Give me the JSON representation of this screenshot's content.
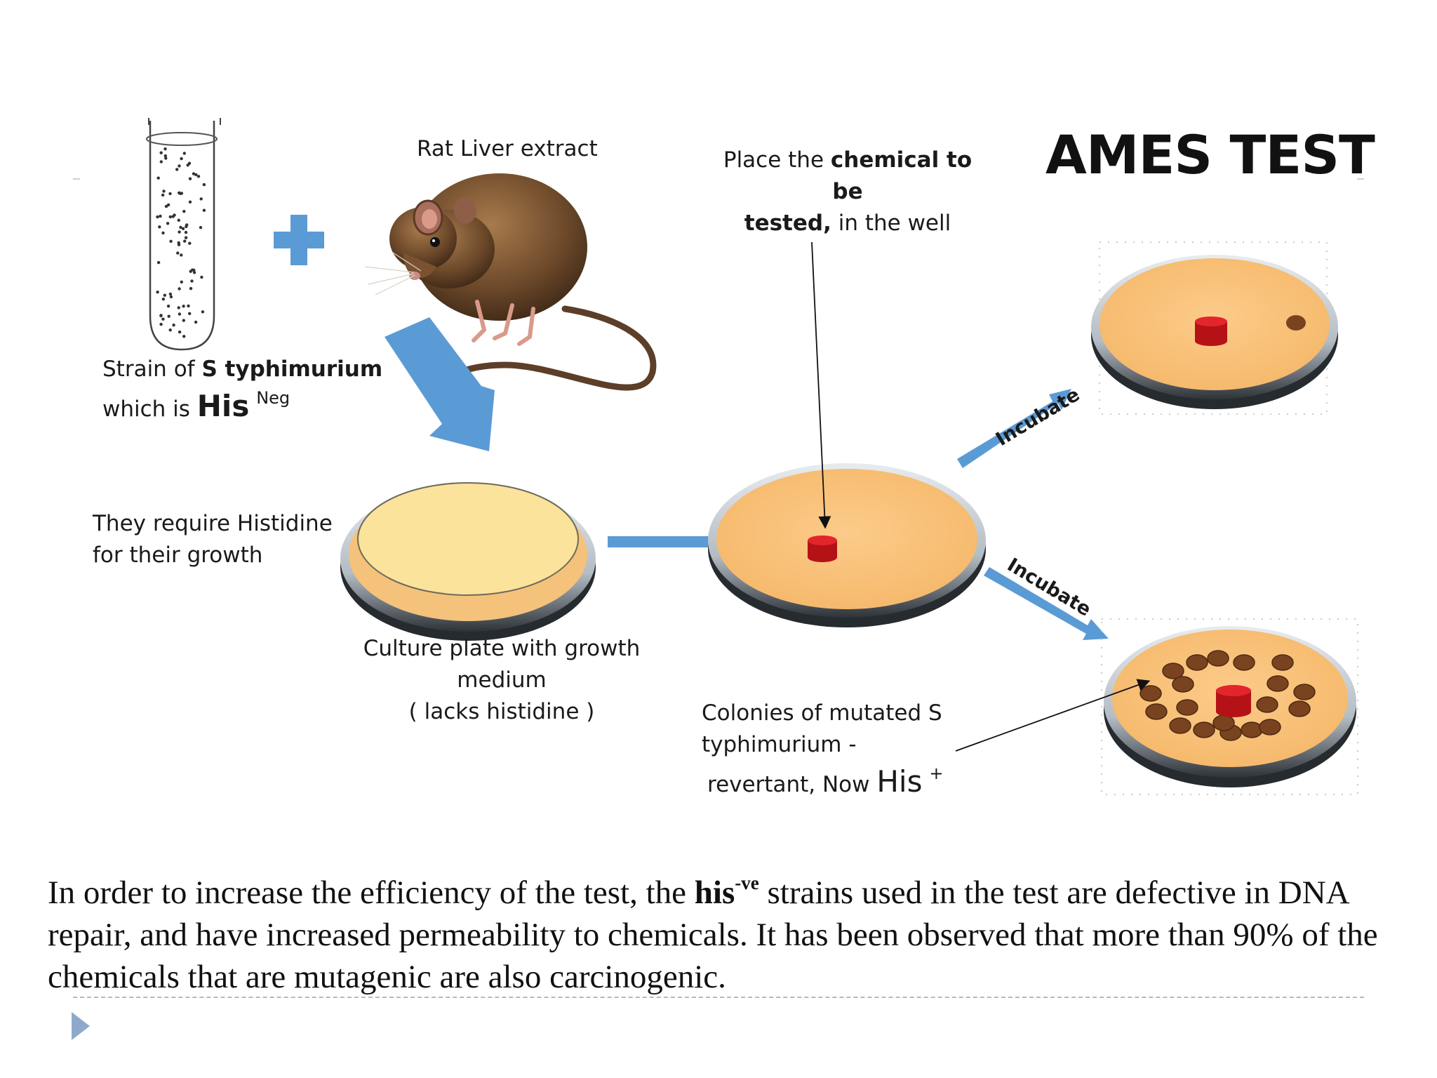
{
  "title": "AMES TEST",
  "labels": {
    "rat": "Rat Liver extract",
    "chemical_pre": "Place the ",
    "chemical_bold": "chemical to be",
    "chemical_bold2": "tested,",
    "chemical_post": " in the well",
    "strain_pre": "Strain of ",
    "strain_bold": "S typhimurium",
    "which_is": "which is ",
    "his": "His",
    "neg": "Neg",
    "require1": "They require Histidine",
    "require2": "for their growth",
    "culture1": "Culture plate with growth",
    "culture2": "medium",
    "culture3": "( lacks histidine )",
    "colonies1": "Colonies of mutated S",
    "colonies2": "typhimurium -",
    "revertant": "revertant, Now ",
    "his_plus": "His",
    "plus": "+",
    "incubate_top": "Incubate",
    "incubate_bottom": "Incubate"
  },
  "caption": {
    "part1": "In order to increase the efficiency of the test, the ",
    "his": "his",
    "ve": "-ve",
    "part2": " strains used in the test are defective in DNA repair, and have increased permeability to chemicals. It has been observed that more than 90% of the chemicals that are mutagenic are also carcinogenic."
  },
  "colors": {
    "arrow": "#5b9bd5",
    "agar": "#f9c784",
    "agar_pale": "#fbe39b",
    "chemical": "#d0161b",
    "colony": "#7a4320"
  }
}
